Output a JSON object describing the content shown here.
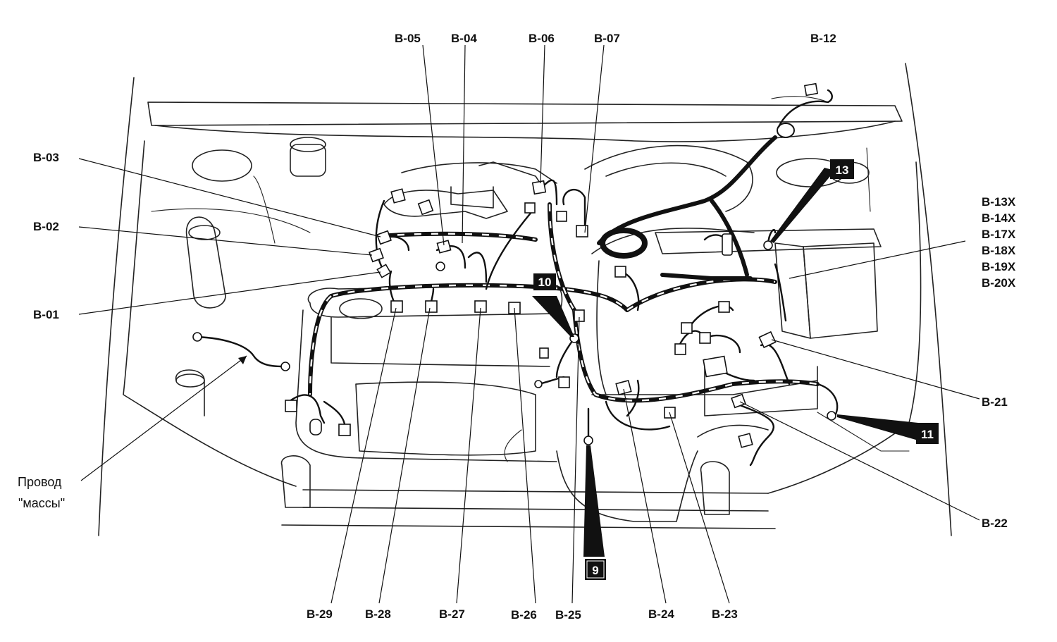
{
  "labels": {
    "b01": "B-01",
    "b02": "B-02",
    "b03": "B-03",
    "b04": "B-04",
    "b05": "B-05",
    "b06": "B-06",
    "b07": "B-07",
    "b12": "B-12",
    "b13x": "B-13X",
    "b14x": "B-14X",
    "b17x": "B-17X",
    "b18x": "B-18X",
    "b19x": "B-19X",
    "b20x": "B-20X",
    "b21": "B-21",
    "b22": "B-22",
    "b23": "B-23",
    "b24": "B-24",
    "b25": "B-25",
    "b26": "B-26",
    "b27": "B-27",
    "b28": "B-28",
    "b29": "B-29"
  },
  "badges": {
    "n9": "9",
    "n10": "10",
    "n11": "11",
    "n13": "13"
  },
  "ground_wire": {
    "line1": "Провод",
    "line2": "\"массы\""
  },
  "colors": {
    "ink": "#111111",
    "background": "#ffffff"
  }
}
